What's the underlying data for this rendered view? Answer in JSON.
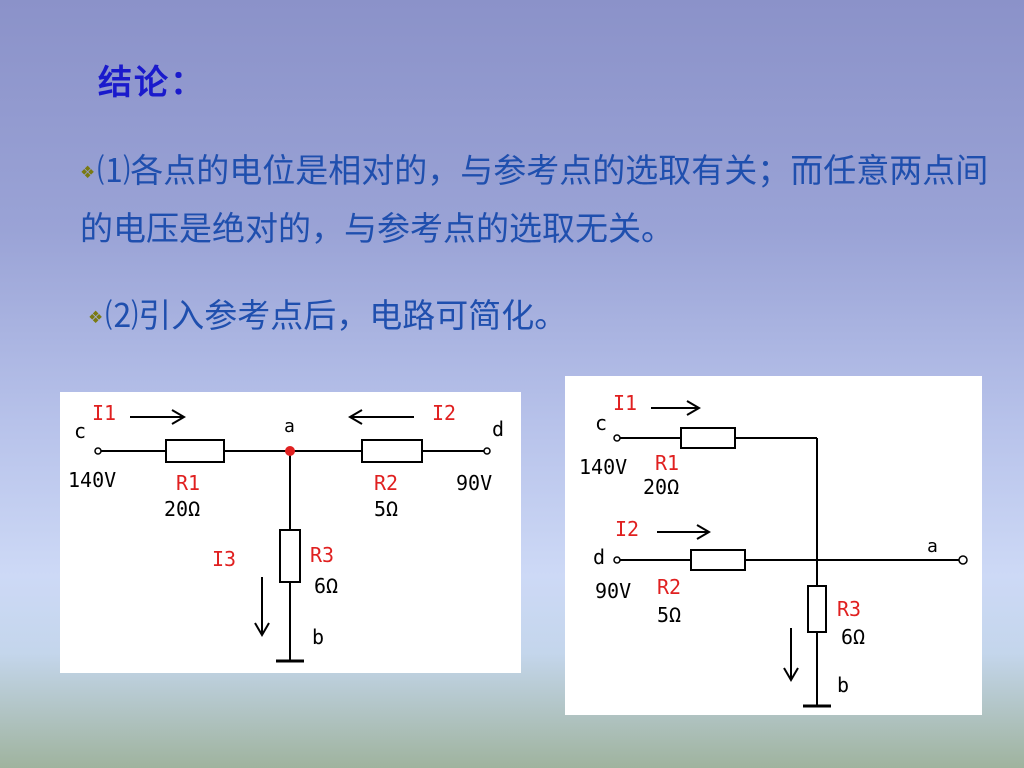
{
  "slide": {
    "title": "结论：",
    "point1": "⑴各点的电位是相对的，与参考点的选取有关；而任意两点间的电压是绝对的，与参考点的选取无关。",
    "point2": "⑵引入参考点后，电路可简化。",
    "bullet_icon": "❖"
  },
  "circuit1": {
    "I1": "I1",
    "I2": "I2",
    "I3": "I3",
    "c": "c",
    "d": "d",
    "a": "a",
    "b": "b",
    "vc": "140V",
    "vd": "90V",
    "R1": "R1",
    "R1v": "20Ω",
    "R2": "R2",
    "R2v": "5Ω",
    "R3": "R3",
    "R3v": "6Ω"
  },
  "circuit2": {
    "I1": "I1",
    "I2": "I2",
    "c": "c",
    "d": "d",
    "a": "a",
    "b": "b",
    "vc": "140V",
    "vd": "90V",
    "R1": "R1",
    "R1v": "20Ω",
    "R2": "R2",
    "R2v": "5Ω",
    "R3": "R3",
    "R3v": "6Ω"
  },
  "colors": {
    "title": "#1a1acc",
    "text": "#1f4fae",
    "label_red": "#e02020"
  }
}
